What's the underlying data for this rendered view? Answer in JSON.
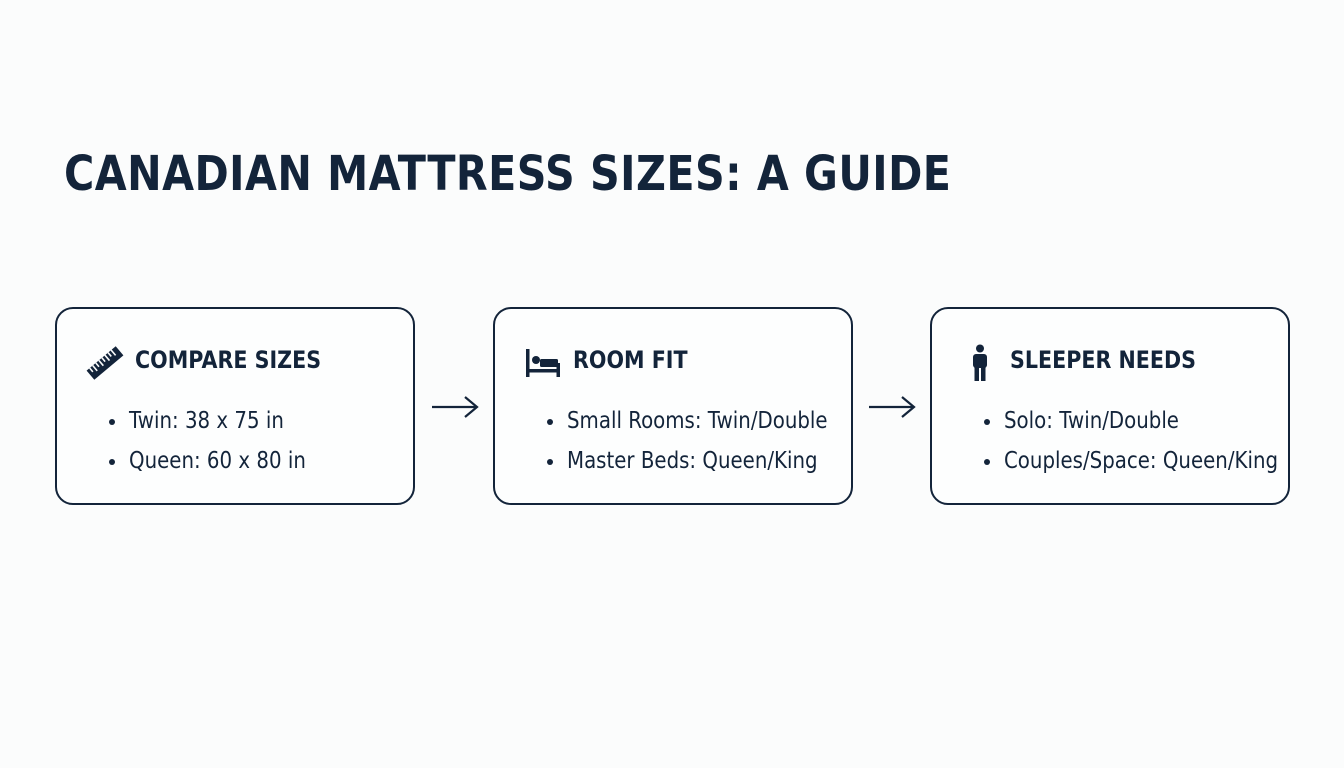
{
  "title": "CANADIAN MATTRESS SIZES: A GUIDE",
  "colors": {
    "ink": "#13243a",
    "background": "#fbfcfc"
  },
  "cards": [
    {
      "icon": "ruler-icon",
      "heading": "COMPARE SIZES",
      "items": [
        "Twin: 38 x 75 in",
        "Queen: 60 x 80 in"
      ]
    },
    {
      "icon": "bed-icon",
      "heading": "ROOM FIT",
      "items": [
        "Small Rooms: Twin/Double",
        "Master Beds: Queen/King"
      ]
    },
    {
      "icon": "person-icon",
      "heading": "SLEEPER NEEDS",
      "items": [
        "Solo: Twin/Double",
        "Couples/Space: Queen/King"
      ]
    }
  ]
}
